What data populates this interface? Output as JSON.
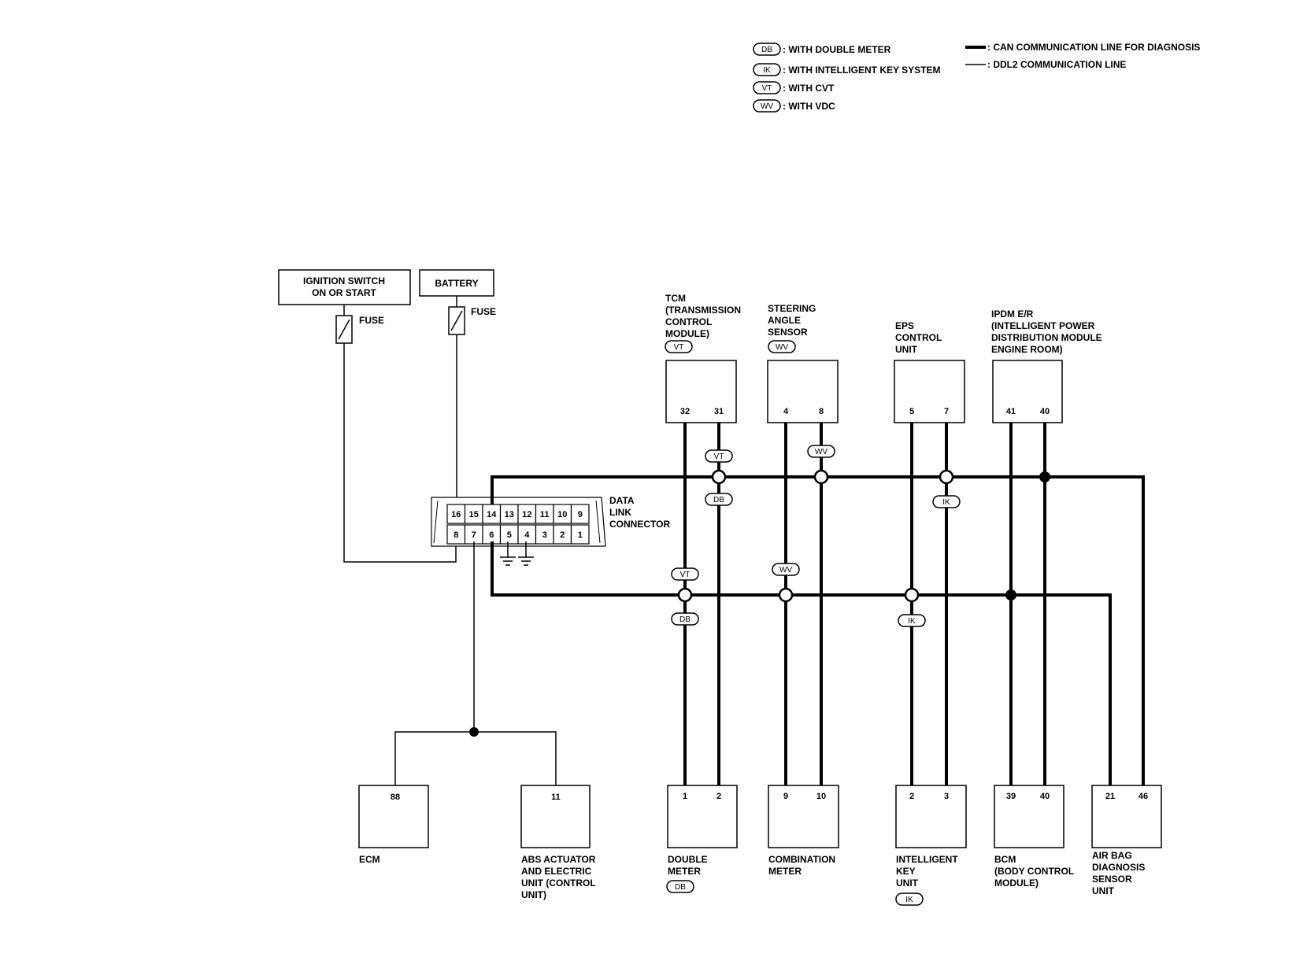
{
  "legend": {
    "options": [
      {
        "code": "DB",
        "text": ": WITH DOUBLE METER"
      },
      {
        "code": "IK",
        "text": ": WITH INTELLIGENT KEY SYSTEM"
      },
      {
        "code": "VT",
        "text": ": WITH CVT"
      },
      {
        "code": "WV",
        "text": ": WITH VDC"
      }
    ],
    "lines": [
      {
        "text": ": CAN COMMUNICATION LINE FOR DIAGNOSIS"
      },
      {
        "text": ": DDL2 COMMUNICATION LINE"
      }
    ]
  },
  "power": {
    "ignition": [
      "IGNITION SWITCH",
      "ON OR START"
    ],
    "battery": "BATTERY",
    "fuse": "FUSE"
  },
  "dlc": {
    "label": [
      "DATA",
      "LINK",
      "CONNECTOR"
    ],
    "top_pins": [
      "16",
      "15",
      "14",
      "13",
      "12",
      "11",
      "10",
      "9"
    ],
    "bottom_pins": [
      "8",
      "7",
      "6",
      "5",
      "4",
      "3",
      "2",
      "1"
    ]
  },
  "top_modules": [
    {
      "id": "tcm",
      "label": [
        "TCM",
        "(TRANSMISSION",
        "CONTROL",
        "MODULE)"
      ],
      "badge": "VT",
      "pins": [
        "32",
        "31"
      ]
    },
    {
      "id": "steering",
      "label": [
        "STEERING",
        "ANGLE",
        "SENSOR"
      ],
      "badge": "WV",
      "pins": [
        "4",
        "8"
      ]
    },
    {
      "id": "eps",
      "label": [
        "EPS",
        "CONTROL",
        "UNIT"
      ],
      "badge": "",
      "pins": [
        "5",
        "7"
      ]
    },
    {
      "id": "ipdm",
      "label": [
        "IPDM E/R",
        "(INTELLIGENT POWER",
        "DISTRIBUTION MODULE",
        "ENGINE ROOM)"
      ],
      "badge": "",
      "pins": [
        "41",
        "40"
      ]
    }
  ],
  "bottom_modules": [
    {
      "id": "ecm",
      "label": [
        "ECM"
      ],
      "badge": "",
      "pins": [
        "88"
      ]
    },
    {
      "id": "abs",
      "label": [
        "ABS ACTUATOR",
        "AND ELECTRIC",
        "UNIT (CONTROL",
        "UNIT)"
      ],
      "badge": "",
      "pins": [
        "11"
      ]
    },
    {
      "id": "double",
      "label": [
        "DOUBLE",
        "METER"
      ],
      "badge": "DB",
      "pins": [
        "1",
        "2"
      ]
    },
    {
      "id": "combination",
      "label": [
        "COMBINATION",
        "METER"
      ],
      "badge": "",
      "pins": [
        "9",
        "10"
      ]
    },
    {
      "id": "ikey",
      "label": [
        "INTELLIGENT",
        "KEY",
        "UNIT"
      ],
      "badge": "IK",
      "pins": [
        "2",
        "3"
      ]
    },
    {
      "id": "bcm",
      "label": [
        "BCM",
        "(BODY CONTROL",
        "MODULE)"
      ],
      "badge": "",
      "pins": [
        "39",
        "40"
      ]
    },
    {
      "id": "airbag",
      "label": [
        "AIR BAG",
        "DIAGNOSIS",
        "SENSOR",
        "UNIT"
      ],
      "badge": "",
      "pins": [
        "21",
        "46"
      ]
    }
  ],
  "wire_badges": [
    {
      "id": "vt-upper",
      "code": "VT"
    },
    {
      "id": "wv-upper",
      "code": "WV"
    },
    {
      "id": "db-upper",
      "code": "DB"
    },
    {
      "id": "ik-upper",
      "code": "IK"
    },
    {
      "id": "vt-lower",
      "code": "VT"
    },
    {
      "id": "wv-lower",
      "code": "WV"
    },
    {
      "id": "db-lower",
      "code": "DB"
    },
    {
      "id": "ik-lower",
      "code": "IK"
    }
  ]
}
